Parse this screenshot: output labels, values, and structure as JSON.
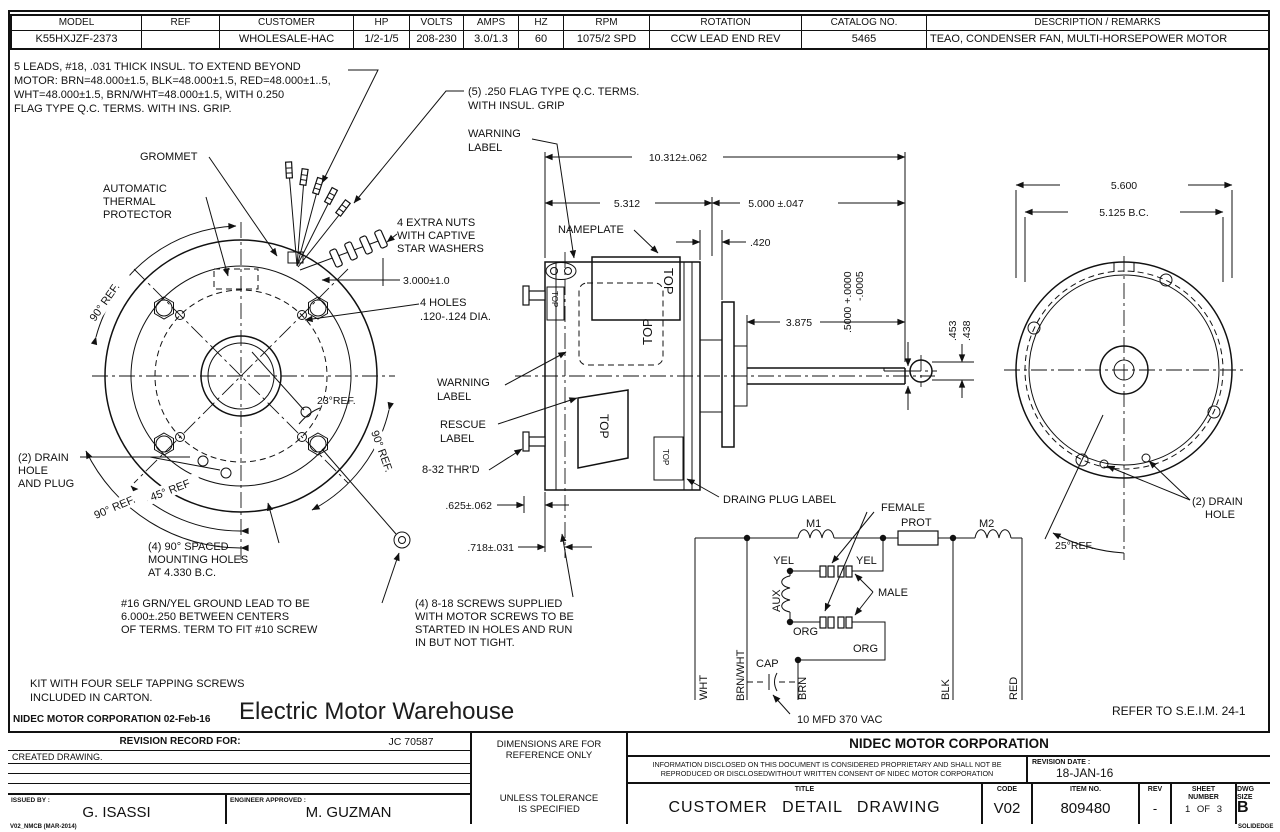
{
  "spec_table": {
    "headers": [
      "MODEL",
      "REF",
      "CUSTOMER",
      "HP",
      "VOLTS",
      "AMPS",
      "HZ",
      "RPM",
      "ROTATION",
      "CATALOG NO.",
      "DESCRIPTION / REMARKS"
    ],
    "values": [
      "K55HXJZF-2373",
      "",
      "WHOLESALE-HAC",
      "1/2-1/5",
      "208-230",
      "3.0/1.3",
      "60",
      "1075/2 SPD",
      "CCW LEAD END REV",
      "5465",
      "TEAO, CONDENSER FAN, MULTI-HORSEPOWER MOTOR"
    ]
  },
  "notes": {
    "leads": [
      "5 LEADS, #18, .031 THICK INSUL. TO EXTEND BEYOND",
      "MOTOR: BRN=48.000±1.5,  BLK=48.000±1.5, RED=48.000±1..5,",
      "WHT=48.000±1.5, BRN/WHT=48.000±1.5, WITH 0.250",
      "FLAG TYPE Q.C. TERMS. WITH INS. GRIP."
    ],
    "flag_terms": [
      "(5) .250 FLAG TYPE Q.C. TERMS.",
      "WITH INSUL. GRIP"
    ],
    "extra_nuts": [
      "4 EXTRA NUTS",
      "WITH CAPTIVE",
      "STAR WASHERS"
    ],
    "holes4": [
      "4 HOLES",
      ".120-.124 DIA."
    ],
    "mounting_holes": [
      "(4)  90° SPACED",
      "MOUNTING HOLES",
      "AT 4.330 B.C."
    ],
    "ground_lead": [
      "#16 GRN/YEL GROUND LEAD TO BE",
      "6.000±.250 BETWEEN CENTERS",
      "OF TERMS. TERM TO FIT #10 SCREW"
    ],
    "screws": [
      "(4) 8-18 SCREWS SUPPLIED",
      "WITH MOTOR SCREWS TO BE",
      "STARTED IN HOLES AND RUN",
      "IN BUT NOT TIGHT."
    ],
    "kit": [
      "KIT WITH FOUR SELF TAPPING SCREWS",
      "INCLUDED IN CARTON."
    ],
    "refer": "REFER TO S.E.I.M. 24-1"
  },
  "labels": {
    "grommet": "GROMMET",
    "atp": [
      "AUTOMATIC",
      "THERMAL",
      "PROTECTOR"
    ],
    "warning": [
      "WARNING",
      "LABEL"
    ],
    "rescue": [
      "RESCUE",
      "LABEL"
    ],
    "nameplate": "NAMEPLATE",
    "thrd": "8-32 THR'D",
    "draing": "DRAING PLUG LABEL",
    "drain_left": [
      "(2) DRAIN",
      "HOLE",
      "AND PLUG"
    ],
    "drain_right": [
      "(2) DRAIN",
      "HOLE"
    ],
    "top": "TOP"
  },
  "dims": {
    "d10312": "10.312±.062",
    "d5312": "5.312",
    "d5000": "5.000 ±.047",
    "d420": ".420",
    "d3875": "3.875",
    "d3000": "3.000±1.0",
    "shaft_tol1": ".5000 +.0000",
    "shaft_tol2": "-.0005",
    "d453": ".453",
    "d438": ".438",
    "d625": ".625±.062",
    "d718": ".718±.031",
    "d5600": "5.600",
    "d5125": "5.125 B.C.",
    "ref90": "90° REF.",
    "ref45": "45° REF",
    "ref23": "23°REF.",
    "ref25": "25°REF."
  },
  "schematic": {
    "m1": "M1",
    "m2": "M2",
    "prot": "PROT",
    "aux": "AUX",
    "female": "FEMALE",
    "male": "MALE",
    "yel1": "YEL",
    "yel2": "YEL",
    "org1": "ORG",
    "org2": "ORG",
    "cap": "CAP",
    "cap_value": "10 MFD 370 VAC",
    "wht": "WHT",
    "brnwht": "BRN/WHT",
    "brn": "BRN",
    "blk": "BLK",
    "red": "RED"
  },
  "watermark": "Electric Motor Warehouse",
  "title_block": {
    "corp_date": "NIDEC MOTOR CORPORATION 02-Feb-16",
    "revision_record_label": "REVISION RECORD FOR:",
    "revision_record_value": "JC 70587",
    "created": "CREATED DRAWING.",
    "issued_label": "ISSUED BY :",
    "issued_value": "G. ISASSI",
    "engineer_label": "ENGINEER APPROVED :",
    "engineer_value": "M. GUZMAN",
    "form_code": "V02_NMCB (MAR-2014)",
    "dims_note1": "DIMENSIONS ARE FOR",
    "dims_note2": "REFERENCE ONLY",
    "tol_note1": "UNLESS TOLERANCE",
    "tol_note2": "IS SPECIFIED",
    "company": "NIDEC MOTOR CORPORATION",
    "proprietary1": "INFORMATION DISCLOSED ON THIS DOCUMENT IS CONSIDERED PROPRIETARY AND SHALL NOT BE",
    "proprietary2": "REPRODUCED OR DISCLOSEDWITHOUT WRITTEN CONSENT OF NIDEC MOTOR CORPORATION",
    "revision_date_label": "REVISION DATE :",
    "revision_date_value": "18-JAN-16",
    "title_label": "TITLE",
    "title_value": "CUSTOMER DETAIL DRAWING",
    "code_label": "CODE",
    "code_value": "V02",
    "item_label": "ITEM NO.",
    "item_value": "809480",
    "rev_label": "REV",
    "rev_value": "-",
    "sheet_label1": "SHEET",
    "sheet_label2": "NUMBER",
    "sheet_value": "1 OF 3",
    "dwg_label1": "DWG",
    "dwg_label2": "SIZE",
    "dwg_value": "B",
    "solidedge": "SOLIDEDGE"
  }
}
